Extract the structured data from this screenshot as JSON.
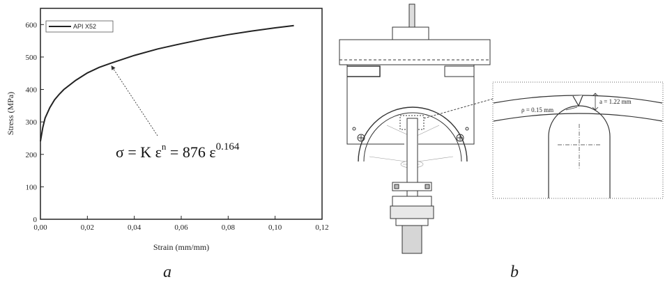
{
  "chart_data": {
    "type": "line",
    "xlabel": "Strain (mm/mm)",
    "ylabel": "Stress (MPa)",
    "xlim": [
      0,
      0.12
    ],
    "ylim": [
      0,
      650
    ],
    "xticks": [
      0,
      0.02,
      0.04,
      0.06,
      0.08,
      0.1,
      0.12
    ],
    "xtick_labels": [
      "0,00",
      "0,02",
      "0,04",
      "0,06",
      "0,08",
      "0,10",
      "0,12"
    ],
    "yticks": [
      0,
      100,
      200,
      300,
      400,
      500,
      600
    ],
    "ytick_labels": [
      "0",
      "100",
      "200",
      "300",
      "400",
      "500",
      "600"
    ],
    "legend": "top-left",
    "series": [
      {
        "name": "API X52",
        "x": [
          0.0,
          0.001,
          0.002,
          0.004,
          0.006,
          0.008,
          0.01,
          0.015,
          0.02,
          0.025,
          0.03,
          0.04,
          0.05,
          0.06,
          0.07,
          0.08,
          0.09,
          0.1,
          0.108
        ],
        "y": [
          240,
          283,
          312,
          344,
          368,
          385,
          400,
          428,
          451,
          468,
          481,
          505,
          525,
          541,
          556,
          569,
          580,
          590,
          597
        ]
      }
    ],
    "annotation": {
      "sigma": "σ = K ε",
      "exp_n": "n",
      "mid": " = 876 ε",
      "exp_val": "0.164",
      "points_to_x": 0.03,
      "points_to_y": 481
    }
  },
  "diagram": {
    "dim_a": "a = 1.22  mm",
    "dim_rho": "ρ = 0.15 mm"
  },
  "panel_labels": {
    "left": "a",
    "right": "b"
  }
}
